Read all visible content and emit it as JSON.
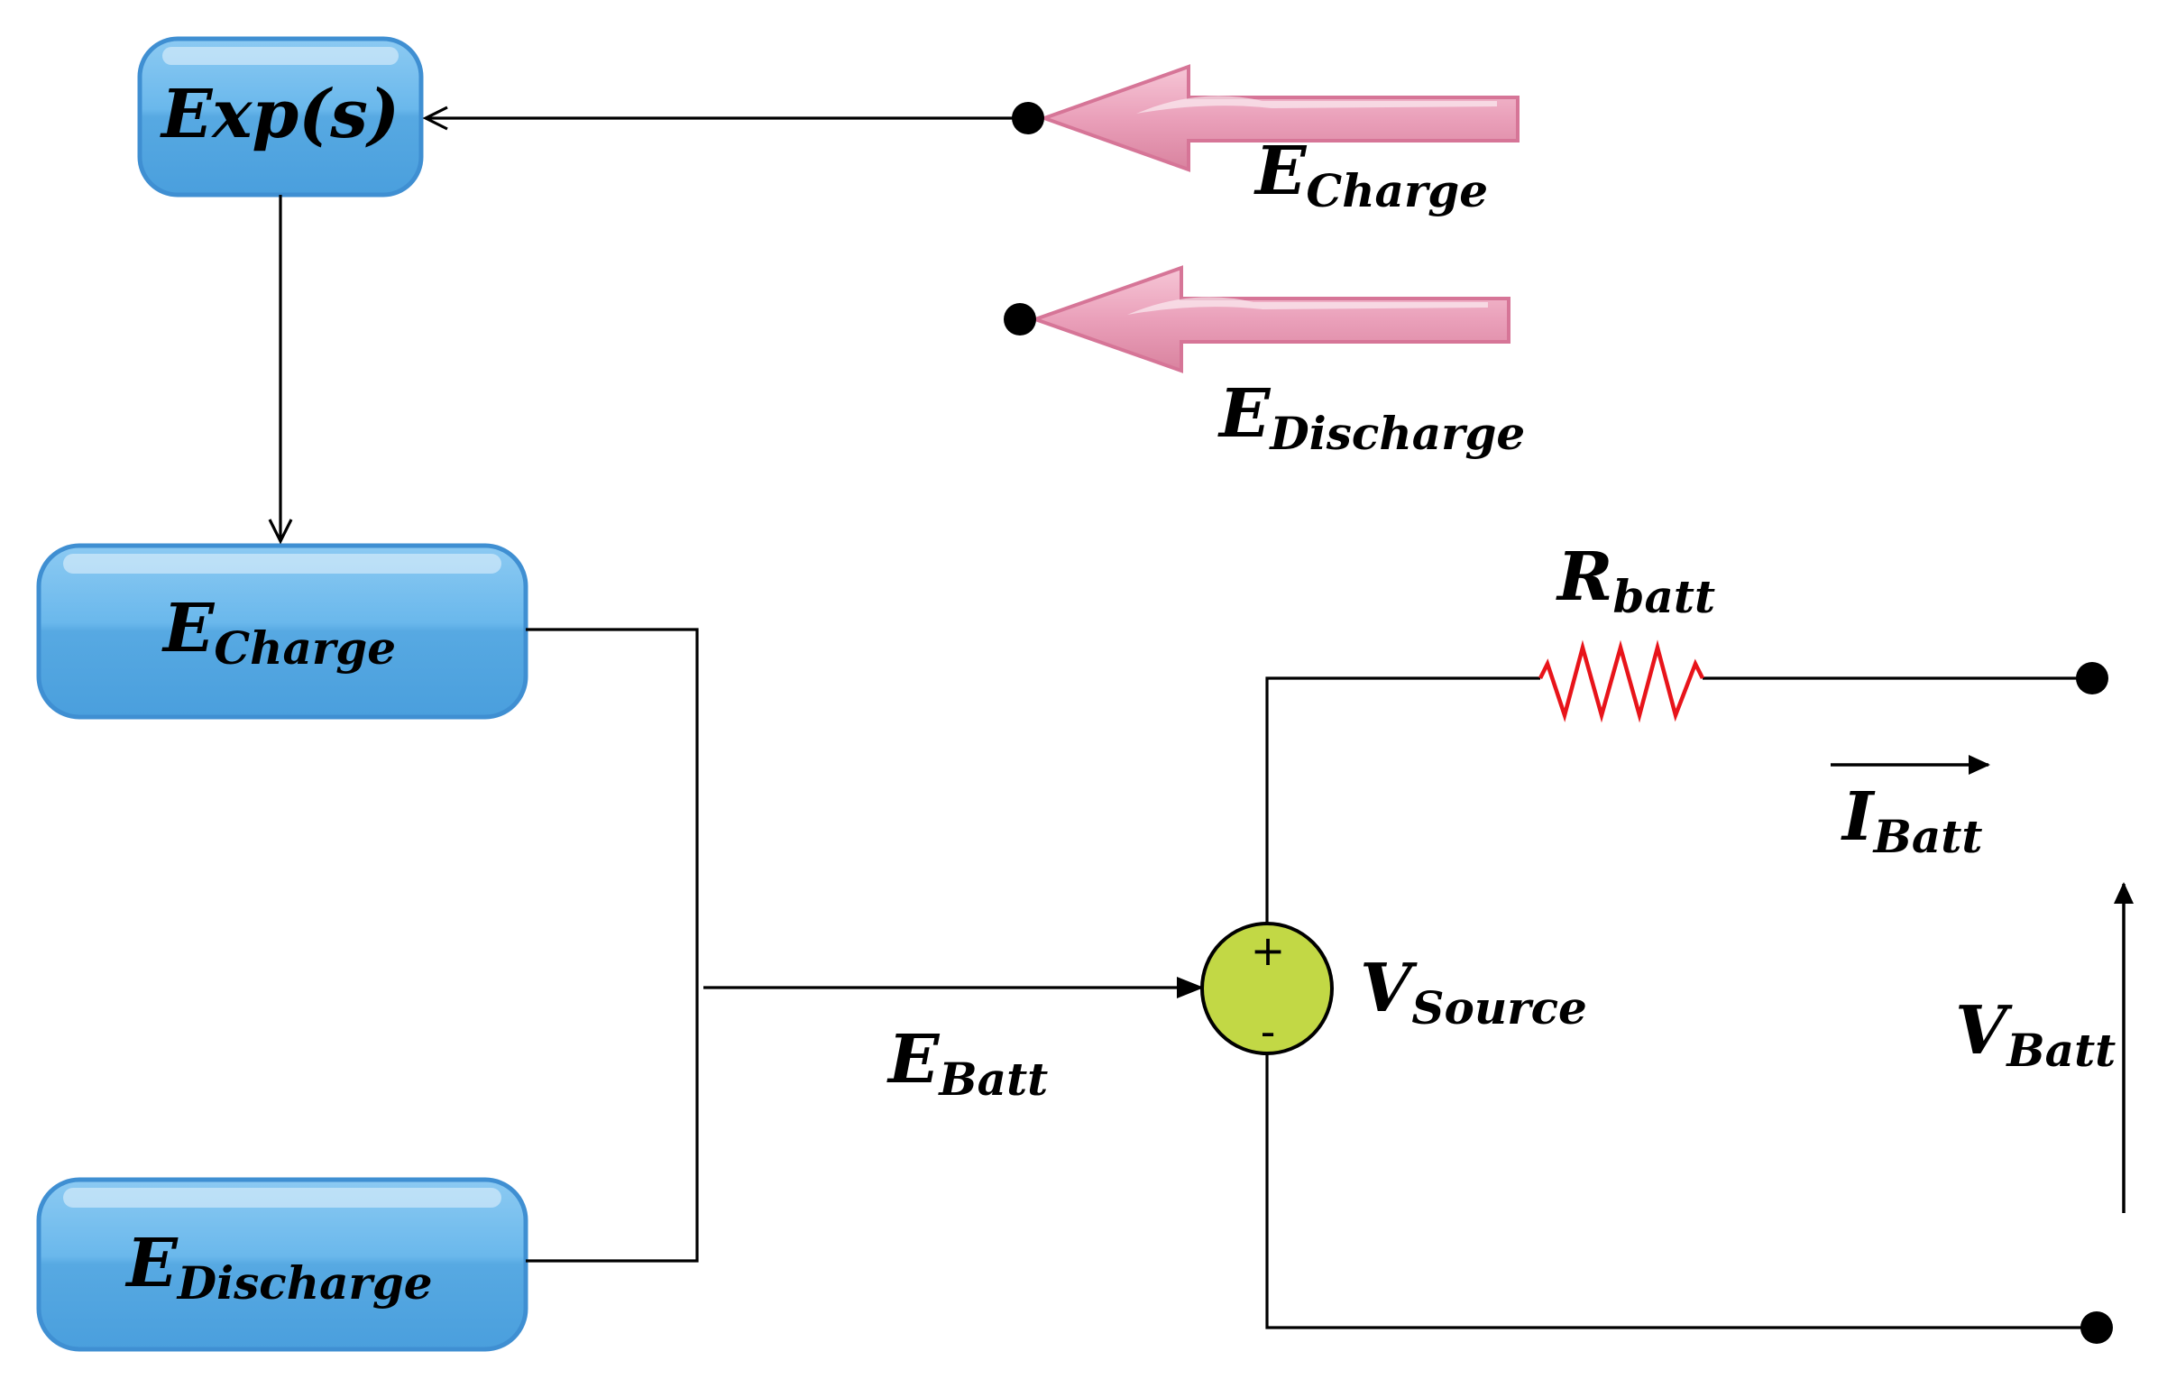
{
  "blocks": {
    "exp": {
      "main": "Exp(s)"
    },
    "charge": {
      "main": "E",
      "sub": "Charge"
    },
    "discharge": {
      "main": "E",
      "sub": "Discharge"
    }
  },
  "inputs": {
    "charge": {
      "main": "E",
      "sub": "Charge"
    },
    "discharge": {
      "main": "E",
      "sub": "Discharge"
    }
  },
  "circuit": {
    "e_batt": {
      "main": "E",
      "sub": "Batt"
    },
    "v_source": {
      "main": "V",
      "sub": "Source"
    },
    "r_batt": {
      "main": "R",
      "sub": "batt"
    },
    "i_batt": {
      "main": "I",
      "sub": "Batt"
    },
    "v_batt": {
      "main": "V",
      "sub": "Batt"
    },
    "plus": "+",
    "minus": "-"
  },
  "colors": {
    "block_fill": "#5aaee6",
    "block_border": "#3f8fd2",
    "arrow_pink": "#e98fae",
    "source_fill": "#c2d845",
    "resistor": "#e8141a",
    "wire": "#000000"
  }
}
